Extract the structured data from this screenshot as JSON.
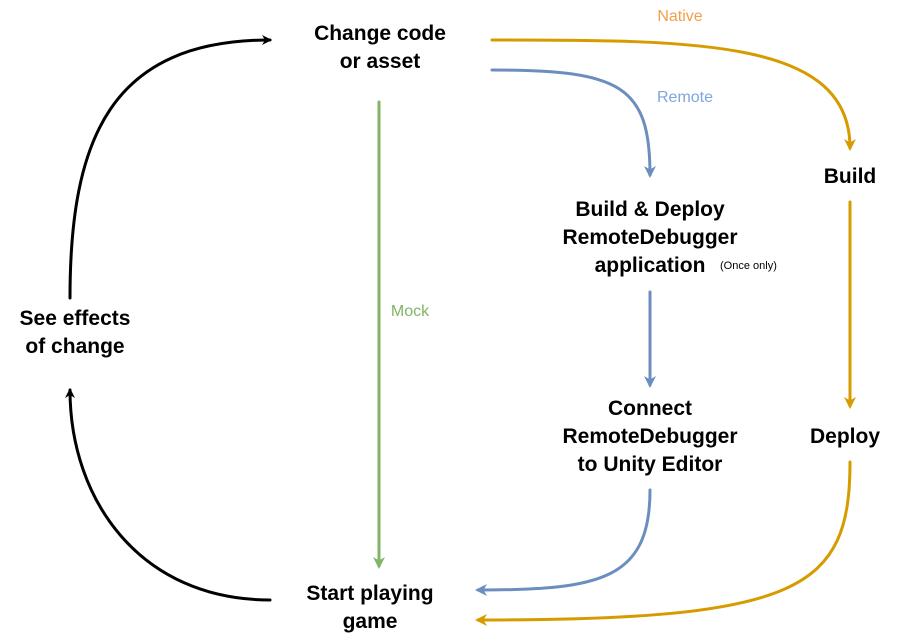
{
  "nodes": {
    "change": {
      "lines": [
        "Change code",
        "or asset"
      ]
    },
    "build_deploy_remote": {
      "lines": [
        "Build & Deploy",
        "RemoteDebugger",
        "application"
      ],
      "note": "(Once only)"
    },
    "connect": {
      "lines": [
        "Connect",
        "RemoteDebugger",
        "to Unity Editor"
      ]
    },
    "build": {
      "lines": [
        "Build"
      ]
    },
    "deploy": {
      "lines": [
        "Deploy"
      ]
    },
    "start": {
      "lines": [
        "Start playing",
        "game"
      ]
    },
    "see_effects": {
      "lines": [
        "See effects",
        "of change"
      ]
    }
  },
  "edge_labels": {
    "native": "Native",
    "remote": "Remote",
    "mock": "Mock"
  },
  "colors": {
    "native": "#d79b00",
    "native_label": "#f0a04b",
    "remote": "#6c8ebf",
    "remote_label": "#7ea6e0",
    "mock": "#82b366",
    "mock_label": "#82b366",
    "loop": "#000000"
  }
}
